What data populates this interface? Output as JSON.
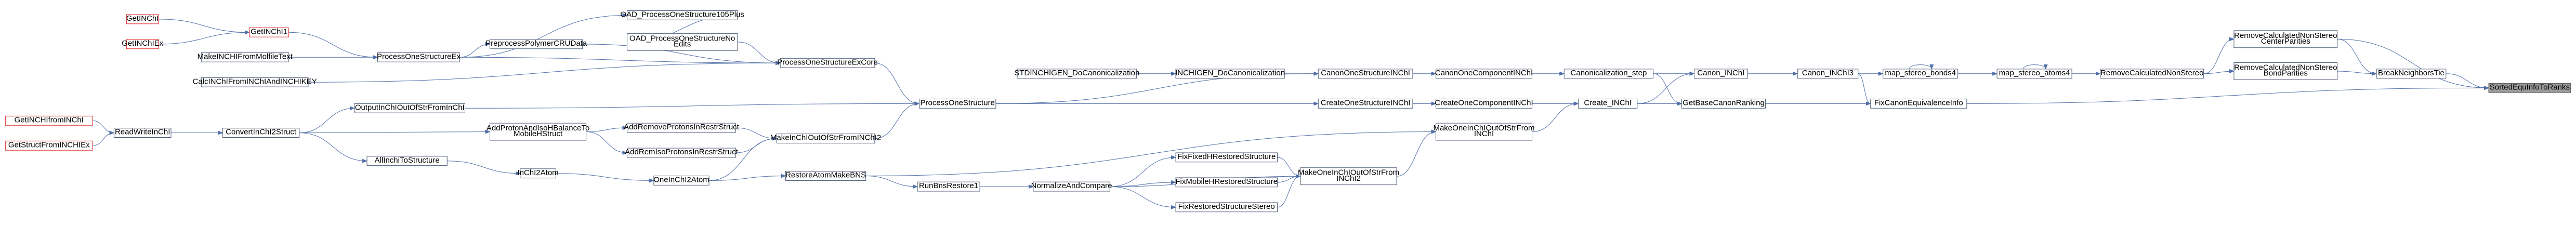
{
  "colors": {
    "edge": "#4f6ea8",
    "node_border": "#4a5a78",
    "node_fill": "#ffffff",
    "red_border": "#e02020",
    "focus_fill": "#9a9a9a",
    "focus_border": "#555555"
  },
  "nodes": [
    {
      "id": "GetINChI",
      "label": "GetINChI",
      "style": "red"
    },
    {
      "id": "GetINChIEx",
      "label": "GetINChIEx",
      "style": "red"
    },
    {
      "id": "GetINChI1",
      "label": "GetINChI1",
      "style": "red"
    },
    {
      "id": "MakeINCHIFromMolfileText",
      "label": "MakeINCHIFromMolfileText",
      "style": "normal"
    },
    {
      "id": "CalcINChIFromMolfileHKEY",
      "label": "CalcINChIFromINChIAndINCHIKEY",
      "style": "normal"
    },
    {
      "id": "GetINCHIfromINChI",
      "label": "GetINCHIfromINChI",
      "style": "red"
    },
    {
      "id": "GetStructFromINCHIEx",
      "label": "GetStructFromINCHIEx",
      "style": "red"
    },
    {
      "id": "ReadWriteInChI",
      "label": "ReadWriteInChI",
      "style": "normal"
    },
    {
      "id": "ConvertInChI2Struct",
      "label": "ConvertInChI2Struct",
      "style": "normal"
    },
    {
      "id": "ProcessOneStructureEx",
      "label": "ProcessOneStructureEx",
      "style": "normal"
    },
    {
      "id": "OutputInChIOutOfStrFromInChI",
      "label": "OutputInChIOutOfStrFromInChI",
      "style": "normal"
    },
    {
      "id": "AllInchiToStructure",
      "label": "AllInchiToStructure",
      "style": "normal"
    },
    {
      "id": "PreprocessPolymerCRUData",
      "label": "PreprocessPolymerCRUData",
      "style": "normal"
    },
    {
      "id": "AddProtonAndIsoHBalanceToMobileHStruct",
      "label": "AddProtonAndIsoHBalanceTo MobileHStruct",
      "style": "normal"
    },
    {
      "id": "InChI2Atom",
      "label": "InChI2Atom",
      "style": "normal"
    },
    {
      "id": "OAD_ProcessOneStructure105Plus",
      "label": "OAD_ProcessOneStructure105Plus",
      "style": "normal"
    },
    {
      "id": "OAD_ProcessOneStructureNoEdits",
      "label": "OAD_ProcessOneStructureNo Edits",
      "style": "normal"
    },
    {
      "id": "ProcessOneStructureExCore",
      "label": "ProcessOneStructureExCore",
      "style": "normal"
    },
    {
      "id": "AddRemoveProtonsInRestrStruct",
      "label": "AddRemoveProtonsInRestrStruct",
      "style": "normal"
    },
    {
      "id": "AddRemIsoProtonsInRestrStruct",
      "label": "AddRemIsoProtonsInRestrStruct",
      "style": "normal"
    },
    {
      "id": "MakeInChIOutOfStrFromINChI2",
      "label": "MakeInChIOutOfStrFromINChI2",
      "style": "normal"
    },
    {
      "id": "OneInChI2Atom",
      "label": "OneInChI2Atom",
      "style": "normal"
    },
    {
      "id": "ProcessOneStructure",
      "label": "ProcessOneStructure",
      "style": "normal"
    },
    {
      "id": "RestoreAtomMakeBNS",
      "label": "RestoreAtomMakeBNS",
      "style": "normal"
    },
    {
      "id": "RunBnsRestore1",
      "label": "RunBnsRestore1",
      "style": "normal"
    },
    {
      "id": "NormalizeAndCompare",
      "label": "NormalizeAndCompare",
      "style": "normal"
    },
    {
      "id": "STDINCHIGEN_DoCanonicalization",
      "label": "STDINCHIGEN_DoCanonicalization",
      "style": "normal"
    },
    {
      "id": "INCHIGEN_DoCanonicalization",
      "label": "INCHIGEN_DoCanonicalization",
      "style": "normal"
    },
    {
      "id": "FixFixedHRestoredStructure",
      "label": "FixFixedHRestoredStructure",
      "style": "normal"
    },
    {
      "id": "FixMobileHRestoredStructure",
      "label": "FixMobileHRestoredStructure",
      "style": "normal"
    },
    {
      "id": "FixRestoredStructureStereo",
      "label": "FixRestoredStructureStereo",
      "style": "normal"
    },
    {
      "id": "CanonOneStructureINChI",
      "label": "CanonOneStructureINChI",
      "style": "normal"
    },
    {
      "id": "CreateOneStructureINChI",
      "label": "CreateOneStructureINChI",
      "style": "normal"
    },
    {
      "id": "MakeOneInChIOutOfStrFromINChI",
      "label": "MakeOneInChIOutOfStrFrom INChI",
      "style": "normal"
    },
    {
      "id": "MakeOneInChIOutOfStrFromINChI2",
      "label": "MakeOneInChIOutOfStrFrom INChI2",
      "style": "normal"
    },
    {
      "id": "CanonOneComponentINChI",
      "label": "CanonOneComponentINChI",
      "style": "normal"
    },
    {
      "id": "CreateOneComponentINChI",
      "label": "CreateOneComponentINChI",
      "style": "normal"
    },
    {
      "id": "Canonicalization_step",
      "label": "Canonicalization_step",
      "style": "normal"
    },
    {
      "id": "Create_INChI",
      "label": "Create_INChI",
      "style": "normal"
    },
    {
      "id": "Canon_INChI",
      "label": "Canon_INChI",
      "style": "normal"
    },
    {
      "id": "GetBaseCanonRanking",
      "label": "GetBaseCanonRanking",
      "style": "normal"
    },
    {
      "id": "Canon_INChI3",
      "label": "Canon_INChI3",
      "style": "normal"
    },
    {
      "id": "map_stereo_bonds4",
      "label": "map_stereo_bonds4",
      "style": "normal"
    },
    {
      "id": "map_stereo_atoms4",
      "label": "map_stereo_atoms4",
      "style": "normal"
    },
    {
      "id": "RemoveCalculatedNonStereo",
      "label": "RemoveCalculatedNonStereo",
      "style": "normal"
    },
    {
      "id": "FixCanonEquivalenceInfo",
      "label": "FixCanonEquivalenceInfo",
      "style": "normal"
    },
    {
      "id": "RemoveCalculatedNonStereoCenterParities",
      "label": "RemoveCalculatedNonStereo CenterParities",
      "style": "normal"
    },
    {
      "id": "RemoveCalculatedNonStereoBondParities",
      "label": "RemoveCalculatedNonStereo BondParities",
      "style": "normal"
    },
    {
      "id": "BreakNeighborsTie",
      "label": "BreakNeighborsTie",
      "style": "normal"
    },
    {
      "id": "SortedEquInfoToRanks",
      "label": "SortedEquInfoToRanks",
      "style": "focus"
    }
  ],
  "edges": [
    [
      "GetINChI",
      "GetINChI1"
    ],
    [
      "GetINChIEx",
      "GetINChI1"
    ],
    [
      "GetINChI1",
      "ProcessOneStructureEx"
    ],
    [
      "MakeINCHIFromMolfileText",
      "ProcessOneStructureEx"
    ],
    [
      "CalcINChIFromMolfileHKEY",
      "ProcessOneStructureExCore"
    ],
    [
      "GetINCHIfromINChI",
      "ReadWriteInChI"
    ],
    [
      "GetStructFromINCHIEx",
      "ReadWriteInChI"
    ],
    [
      "ReadWriteInChI",
      "ConvertInChI2Struct"
    ],
    [
      "ConvertInChI2Struct",
      "OutputInChIOutOfStrFromInChI"
    ],
    [
      "ConvertInChI2Struct",
      "AddProtonAndIsoHBalanceToMobileHStruct"
    ],
    [
      "ConvertInChI2Struct",
      "AllInchiToStructure"
    ],
    [
      "ProcessOneStructureEx",
      "PreprocessPolymerCRUData"
    ],
    [
      "ProcessOneStructureEx",
      "OAD_ProcessOneStructure105Plus"
    ],
    [
      "ProcessOneStructureEx",
      "ProcessOneStructureExCore"
    ],
    [
      "PreprocessPolymerCRUData",
      "ProcessOneStructureExCore"
    ],
    [
      "OAD_ProcessOneStructure105Plus",
      "OAD_ProcessOneStructureNoEdits"
    ],
    [
      "OAD_ProcessOneStructureNoEdits",
      "ProcessOneStructureExCore"
    ],
    [
      "ProcessOneStructureExCore",
      "ProcessOneStructure"
    ],
    [
      "OutputInChIOutOfStrFromInChI",
      "ProcessOneStructure"
    ],
    [
      "AddProtonAndIsoHBalanceToMobileHStruct",
      "AddRemoveProtonsInRestrStruct"
    ],
    [
      "AddProtonAndIsoHBalanceToMobileHStruct",
      "AddRemIsoProtonsInRestrStruct"
    ],
    [
      "AddRemoveProtonsInRestrStruct",
      "MakeInChIOutOfStrFromINChI2"
    ],
    [
      "AddRemIsoProtonsInRestrStruct",
      "MakeInChIOutOfStrFromINChI2"
    ],
    [
      "AllInchiToStructure",
      "InChI2Atom"
    ],
    [
      "InChI2Atom",
      "OneInChI2Atom"
    ],
    [
      "OneInChI2Atom",
      "MakeInChIOutOfStrFromINChI2"
    ],
    [
      "OneInChI2Atom",
      "RestoreAtomMakeBNS"
    ],
    [
      "MakeInChIOutOfStrFromINChI2",
      "ProcessOneStructure"
    ],
    [
      "RestoreAtomMakeBNS",
      "RunBnsRestore1"
    ],
    [
      "RestoreAtomMakeBNS",
      "MakeOneInChIOutOfStrFromINChI"
    ],
    [
      "RunBnsRestore1",
      "NormalizeAndCompare"
    ],
    [
      "NormalizeAndCompare",
      "FixFixedHRestoredStructure"
    ],
    [
      "NormalizeAndCompare",
      "FixMobileHRestoredStructure"
    ],
    [
      "NormalizeAndCompare",
      "FixRestoredStructureStereo"
    ],
    [
      "NormalizeAndCompare",
      "MakeOneInChIOutOfStrFromINChI2"
    ],
    [
      "FixFixedHRestoredStructure",
      "MakeOneInChIOutOfStrFromINChI2"
    ],
    [
      "FixMobileHRestoredStructure",
      "MakeOneInChIOutOfStrFromINChI2"
    ],
    [
      "FixRestoredStructureStereo",
      "MakeOneInChIOutOfStrFromINChI2"
    ],
    [
      "ProcessOneStructure",
      "CanonOneStructureINChI"
    ],
    [
      "ProcessOneStructure",
      "CreateOneStructureINChI"
    ],
    [
      "STDINCHIGEN_DoCanonicalization",
      "INCHIGEN_DoCanonicalization"
    ],
    [
      "INCHIGEN_DoCanonicalization",
      "CanonOneStructureINChI"
    ],
    [
      "CanonOneStructureINChI",
      "CanonOneComponentINChI"
    ],
    [
      "CreateOneStructureINChI",
      "CreateOneComponentINChI"
    ],
    [
      "MakeOneInChIOutOfStrFromINChI2",
      "MakeOneInChIOutOfStrFromINChI"
    ],
    [
      "MakeOneInChIOutOfStrFromINChI",
      "Create_INChI"
    ],
    [
      "CanonOneComponentINChI",
      "Canonicalization_step"
    ],
    [
      "CreateOneComponentINChI",
      "Create_INChI"
    ],
    [
      "Canonicalization_step",
      "Canon_INChI"
    ],
    [
      "Canonicalization_step",
      "GetBaseCanonRanking"
    ],
    [
      "Create_INChI",
      "Canon_INChI"
    ],
    [
      "Create_INChI",
      "GetBaseCanonRanking"
    ],
    [
      "Canon_INChI",
      "Canon_INChI3"
    ],
    [
      "GetBaseCanonRanking",
      "FixCanonEquivalenceInfo"
    ],
    [
      "Canon_INChI3",
      "map_stereo_bonds4"
    ],
    [
      "Canon_INChI3",
      "FixCanonEquivalenceInfo"
    ],
    [
      "map_stereo_bonds4",
      "map_stereo_bonds4"
    ],
    [
      "map_stereo_bonds4",
      "map_stereo_atoms4"
    ],
    [
      "map_stereo_atoms4",
      "map_stereo_atoms4"
    ],
    [
      "map_stereo_atoms4",
      "RemoveCalculatedNonStereo"
    ],
    [
      "RemoveCalculatedNonStereo",
      "RemoveCalculatedNonStereoCenterParities"
    ],
    [
      "RemoveCalculatedNonStereo",
      "RemoveCalculatedNonStereoBondParities"
    ],
    [
      "RemoveCalculatedNonStereoCenterParities",
      "BreakNeighborsTie"
    ],
    [
      "RemoveCalculatedNonStereoBondParities",
      "BreakNeighborsTie"
    ],
    [
      "BreakNeighborsTie",
      "SortedEquInfoToRanks"
    ],
    [
      "RemoveCalculatedNonStereoCenterParities",
      "SortedEquInfoToRanks"
    ],
    [
      "FixCanonEquivalenceInfo",
      "SortedEquInfoToRanks"
    ]
  ]
}
